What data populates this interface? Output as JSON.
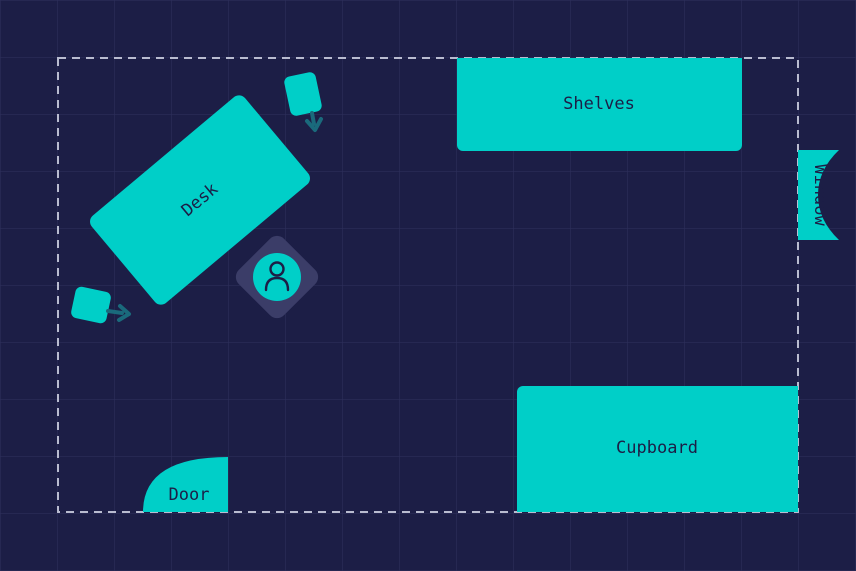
{
  "colors": {
    "background": "#1c1e46",
    "grid": "#2c2f5a",
    "furniture": "#00cfc8",
    "furniture_text": "#1c1e46",
    "chair_arrow": "#1a6a7c",
    "wall_dash": "#b9bcd0",
    "avatar_tile": "#3b3d68"
  },
  "labels": {
    "shelves": "Shelves",
    "desk": "Desk",
    "window": "Window",
    "cupboard": "Cupboard",
    "door": "Door"
  },
  "icons": {
    "person": "user-icon",
    "chair": "chair-icon",
    "arrow": "arrow-icon"
  }
}
